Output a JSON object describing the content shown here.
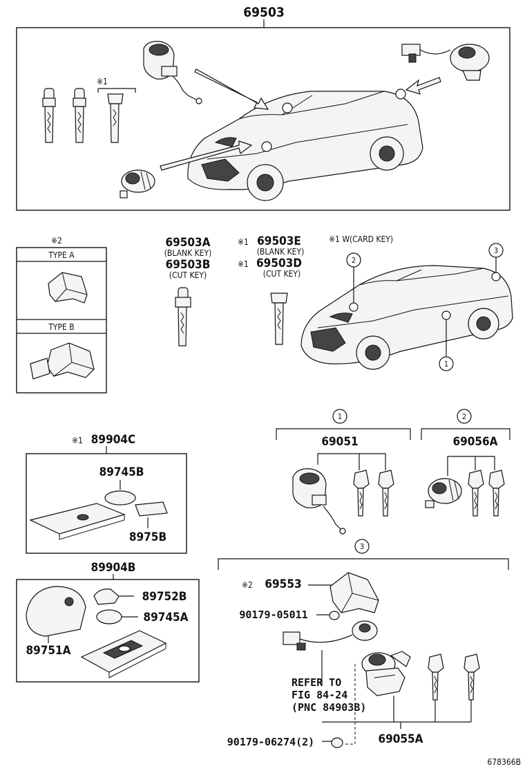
{
  "main_assembly": {
    "part_no": "69503",
    "note_marker": "※1"
  },
  "section_keys": {
    "blank_key_a": "69503A",
    "blank_key_a_desc": "(BLANK KEY)",
    "cut_key_b": "69503B",
    "cut_key_b_desc": "(CUT KEY)",
    "marker_e": "※1",
    "blank_key_e": "69503E",
    "blank_key_e_desc": "(BLANK KEY)",
    "marker_d": "※1",
    "cut_key_d": "69503D",
    "cut_key_d_desc": "(CUT KEY)",
    "card_key_note": "※1 W(CARD KEY)"
  },
  "type_box": {
    "marker": "※2",
    "type_a": "TYPE A",
    "type_b": "TYPE B"
  },
  "callouts": {
    "c1": "1",
    "c2": "2",
    "c3": "3"
  },
  "card_set": {
    "marker": "※1",
    "part_no": "89904C",
    "battery": "89745B",
    "plate": "8975B"
  },
  "fob_set": {
    "part_no": "89904B",
    "cover": "89752B",
    "battery": "89745A",
    "case": "89751A"
  },
  "cylinder_1": {
    "part_no": "69051"
  },
  "cylinder_2": {
    "part_no": "69056A"
  },
  "cylinder_3": {
    "cover_marker": "※2",
    "cover": "69553",
    "screw_top": "90179-05011",
    "refer_line1": "REFER TO",
    "refer_line2": "FIG 84-24",
    "refer_line3": "(PNC 84903B)",
    "screw_bottom": "90179-06274(2)",
    "part_no": "69055A"
  },
  "figure_id": "678366B"
}
